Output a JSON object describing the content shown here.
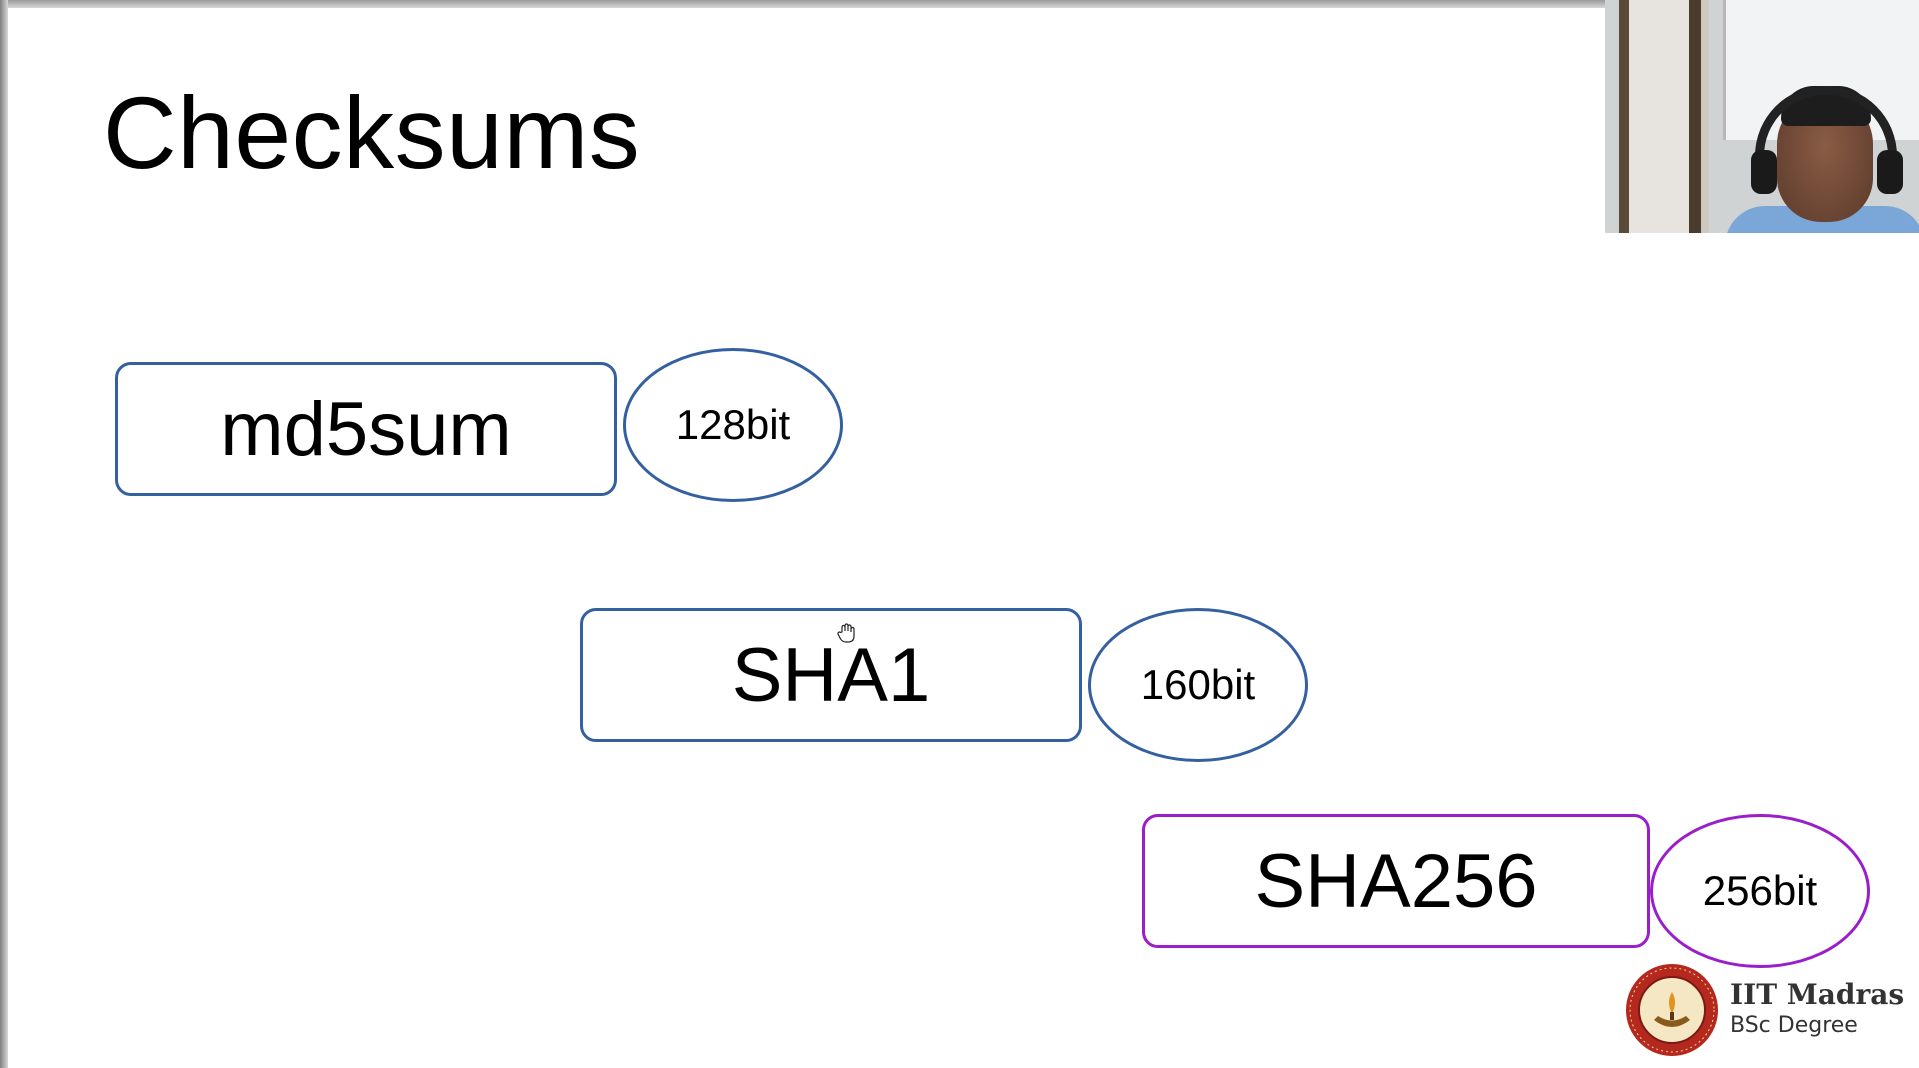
{
  "slide": {
    "title": "Checksums",
    "items": [
      {
        "algorithm": "md5sum",
        "size": "128bit",
        "border_color": "#3560a0"
      },
      {
        "algorithm": "SHA1",
        "size": "160bit",
        "border_color": "#3560a0"
      },
      {
        "algorithm": "SHA256",
        "size": "256bit",
        "border_color": "#9b1fc9"
      }
    ]
  },
  "branding": {
    "institution": "IIT Madras",
    "program": "BSc Degree",
    "seal_icon": "iitm-seal-icon",
    "accent_color": "#c0392b"
  },
  "overlay": {
    "webcam": "presenter-webcam",
    "cursor_icon": "hand-cursor-icon"
  }
}
